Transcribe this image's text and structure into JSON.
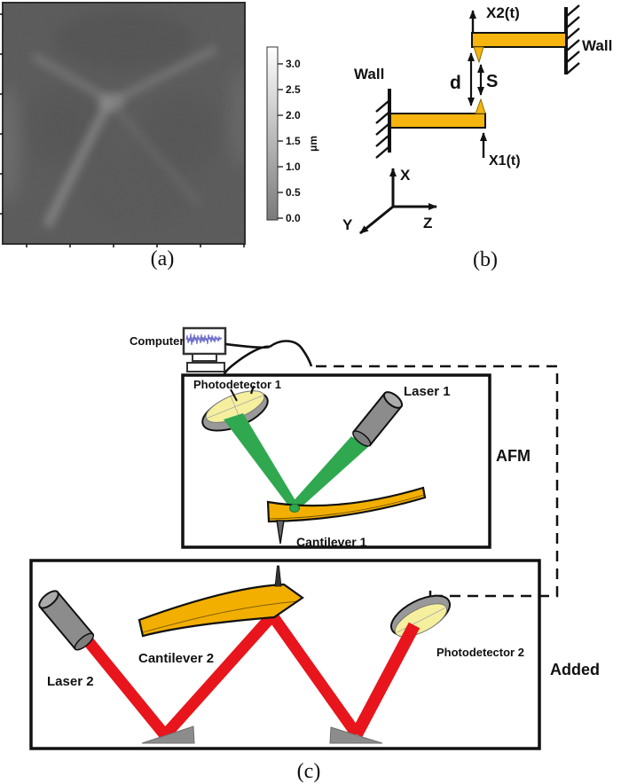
{
  "panel_a": {
    "caption": "(a)",
    "colorbar": {
      "ticks": [
        "3.0",
        "2.5",
        "2.0",
        "1.5",
        "1.0",
        "0.5",
        "0.0"
      ],
      "unit": "μm"
    }
  },
  "panel_b": {
    "caption": "(b)",
    "wall_left": "Wall",
    "wall_right": "Wall",
    "x2_label": "X2(t)",
    "x1_label": "X1(t)",
    "d_label": "d",
    "s_label": "S",
    "axis_x": "X",
    "axis_y": "Y",
    "axis_z": "Z"
  },
  "panel_c": {
    "caption": "(c)",
    "computer": "Computer",
    "photodetector1": "Photodetector 1",
    "laser1": "Laser 1",
    "cantilever1": "Cantilever 1",
    "afm_box_label": "AFM",
    "laser2": "Laser 2",
    "cantilever2": "Cantilever 2",
    "photodetector2": "Photodetector 2",
    "added_box_label": "Added"
  },
  "colors": {
    "cantilever_gold": "#F5B40E",
    "cantilever_gold_c": "#F3AF00",
    "beam_green": "#2FA84F",
    "beam_red": "#E8151C",
    "metal_gray": "#8C8C8C",
    "detector_face": "#F5EF9E",
    "afm_background_gray": "#595959"
  }
}
